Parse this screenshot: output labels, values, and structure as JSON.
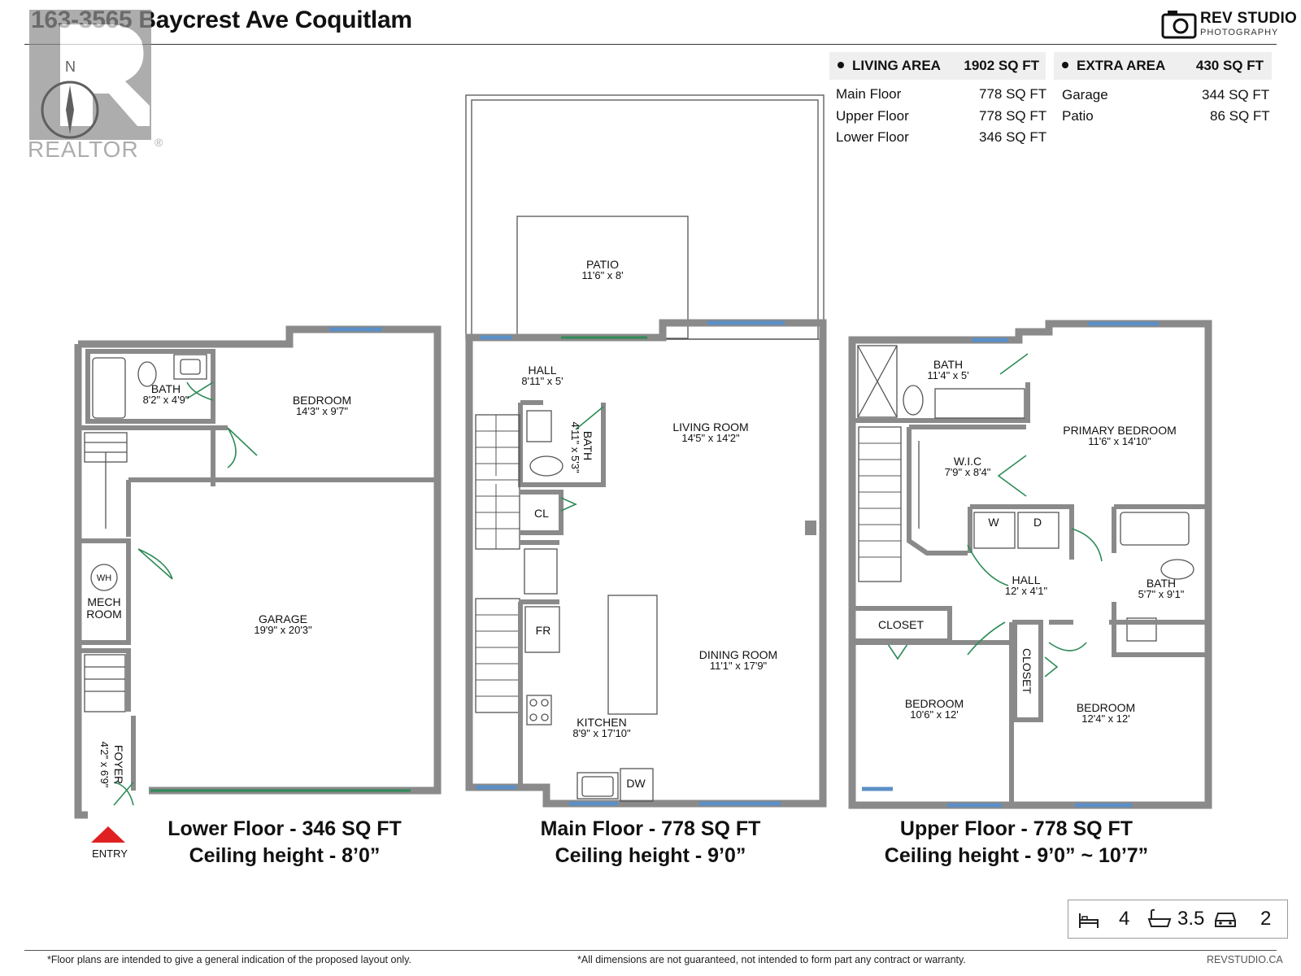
{
  "listing": {
    "title": "163-3565 Baycrest Ave Coquitlam"
  },
  "watermark": {
    "north_label": "N",
    "brand_text": "REALTOR",
    "registered": "®"
  },
  "brand": {
    "name": "REV STUDIO",
    "subtitle": "PHOTOGRAPHY",
    "icon": "camera-icon"
  },
  "living_area": {
    "label": "LIVING AREA",
    "total": "1902 SQ FT",
    "rows": [
      {
        "name": "Main Floor",
        "value": "778 SQ FT"
      },
      {
        "name": "Upper Floor",
        "value": "778 SQ FT"
      },
      {
        "name": "Lower Floor",
        "value": "346 SQ FT"
      }
    ]
  },
  "extra_area": {
    "label": "EXTRA AREA",
    "total": "430 SQ FT",
    "rows": [
      {
        "name": "Garage",
        "value": "344 SQ FT"
      },
      {
        "name": "Patio",
        "value": "86 SQ FT"
      }
    ]
  },
  "lower_floor": {
    "caption": "Lower Floor - 346 SQ FT",
    "ceiling": "Ceiling height - 8’0”",
    "rooms": {
      "bath": {
        "name": "BATH",
        "dims": "8'2\" x 4'9\""
      },
      "bedroom": {
        "name": "BEDROOM",
        "dims": "14'3\" x 9'7\""
      },
      "garage": {
        "name": "GARAGE",
        "dims": "19'9\" x 20'3\""
      },
      "mech_line1": "MECH",
      "mech_line2": "ROOM",
      "wh": "WH",
      "foyer": {
        "name": "FOYER",
        "dims": "4'2\" x 6'9\""
      }
    },
    "entry": "ENTRY"
  },
  "main_floor": {
    "caption": "Main Floor - 778 SQ FT",
    "ceiling": "Ceiling height - 9’0”",
    "rooms": {
      "patio": {
        "name": "PATIO",
        "dims": "11'6\" x 8'"
      },
      "hall": {
        "name": "HALL",
        "dims": "8'11\" x 5'"
      },
      "bath": {
        "name": "BATH",
        "dims": "4'11\" x 5'3\""
      },
      "living": {
        "name": "LIVING ROOM",
        "dims": "14'5\" x 14'2\""
      },
      "closet": "CL",
      "fridge": "FR",
      "dining": {
        "name": "DINING ROOM",
        "dims": "11'1\" x 17'9\""
      },
      "kitchen": {
        "name": "KITCHEN",
        "dims": "8'9\" x 17'10\""
      },
      "dishwasher": "DW"
    }
  },
  "upper_floor": {
    "caption": "Upper Floor - 778 SQ FT",
    "ceiling": "Ceiling height - 9’0” ~ 10’7”",
    "rooms": {
      "bath1": {
        "name": "BATH",
        "dims": "11'4\" x 5'"
      },
      "primary": {
        "name": "PRIMARY BEDROOM",
        "dims": "11'6\" x 14'10\""
      },
      "wic": {
        "name": "W.I.C",
        "dims": "7'9\" x 8'4\""
      },
      "washer": "W",
      "dryer": "D",
      "hall": {
        "name": "HALL",
        "dims": "12' x 4'1\""
      },
      "bath2": {
        "name": "BATH",
        "dims": "5'7\" x 9'1\""
      },
      "closet1": "CLOSET",
      "closet2": "CLOSET",
      "bedroom1": {
        "name": "BEDROOM",
        "dims": "10'6\" x 12'"
      },
      "bedroom2": {
        "name": "BEDROOM",
        "dims": "12'4\" x 12'"
      }
    }
  },
  "stats": {
    "beds": {
      "icon": "bed-icon",
      "value": "4"
    },
    "baths": {
      "icon": "bathtub-icon",
      "value": "3.5"
    },
    "parking": {
      "icon": "car-icon",
      "value": "2"
    }
  },
  "footer": {
    "note_left": "*Floor plans are intended to give a general indication of the proposed layout only.",
    "note_center": "*All dimensions are not guaranteed, not intended to form part any contract or warranty.",
    "site": "REVSTUDIO.CA"
  },
  "colors": {
    "wall": "#8a8a8a",
    "door": "#2e8b57",
    "window": "#5b8fc7",
    "entry_marker": "#e02020"
  }
}
